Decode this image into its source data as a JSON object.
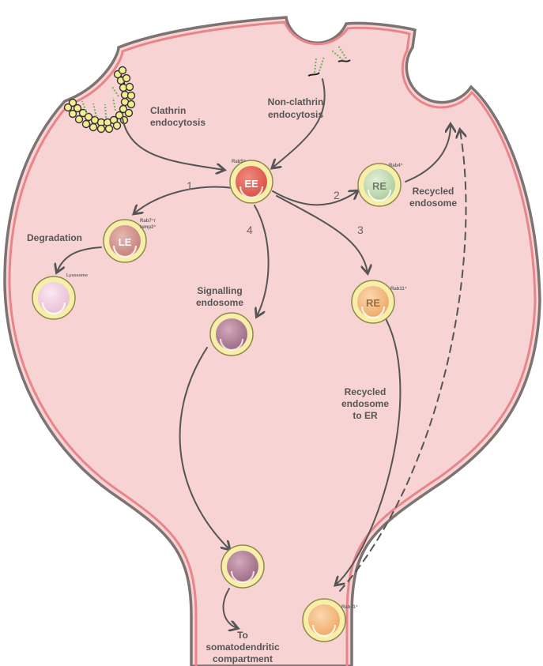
{
  "labels": {
    "clathrin": [
      "Clathrin",
      "endocytosis"
    ],
    "non_clathrin": [
      "Non-clathrin",
      "endocytosis"
    ],
    "recycled_endosome": [
      "Recycled",
      "endosome"
    ],
    "degradation": "Degradation",
    "signalling": [
      "Signalling",
      "endosome"
    ],
    "recycled_to_er": [
      "Recycled",
      "endosome",
      "to ER"
    ],
    "to_soma": [
      "To",
      "somatodendritic",
      "compartment"
    ]
  },
  "vesicles": {
    "ee": {
      "text": "EE",
      "marker": "Rab5⁺"
    },
    "re_top": {
      "text": "RE",
      "marker": "Rab4⁺"
    },
    "le": {
      "text": "LE",
      "marker": [
        "Rab7⁺/",
        "lamp2⁺"
      ]
    },
    "lysosome": {
      "marker": "Lysosome"
    },
    "re_mid": {
      "text": "RE",
      "marker": "Rab11⁺"
    },
    "re_bottom": {
      "marker": "Rab11⁺"
    }
  },
  "pathway_numbers": [
    "1",
    "2",
    "3",
    "4"
  ],
  "colors": {
    "cell_fill": "#f8d3d3",
    "cell_stroke": "#7d7373",
    "cell_inner_stroke": "#e8858a",
    "vesicle_ring": "#f7eeaa",
    "vesicle_ring_stroke": "#8f8a4a",
    "ee": "#e36458",
    "re_green": "#c9e0bd",
    "le": "#d39a94",
    "lysosome": "#f3d2e3",
    "re_orange": "#f5c18a",
    "signalling": "#b07f96",
    "arrow": "#555555"
  }
}
